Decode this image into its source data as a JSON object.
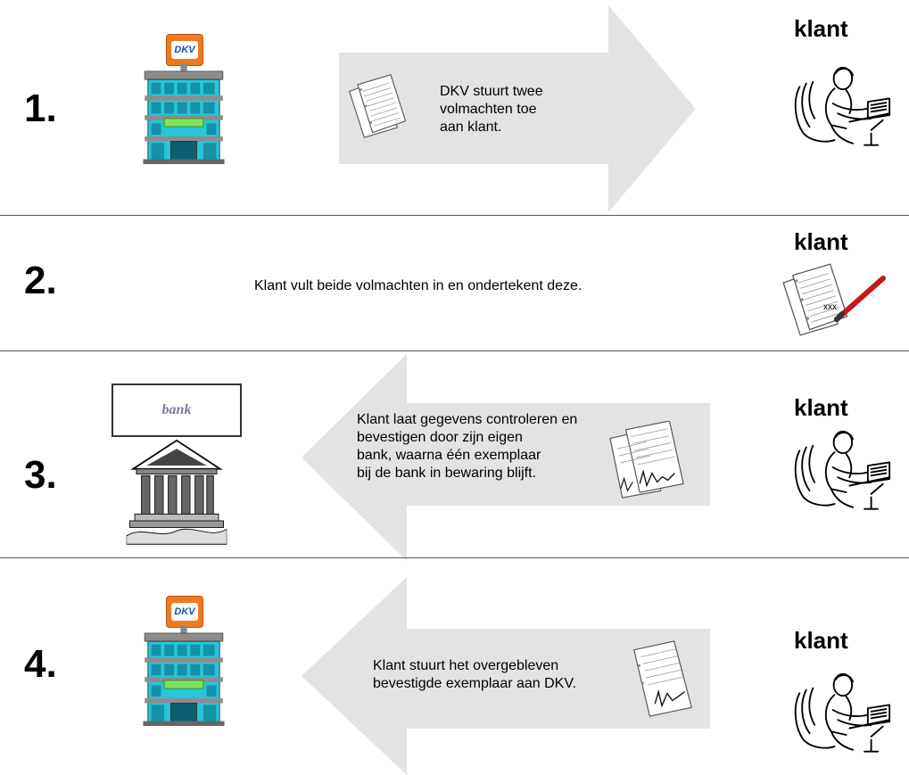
{
  "colors": {
    "arrow_fill": "#e3e3e3",
    "dkv_orange": "#f07a20",
    "dkv_blue": "#1d4f9e",
    "building_cyan": "#26c6da",
    "building_gray": "#8c8c8c",
    "building_green": "#7ee35a",
    "divider": "#555555"
  },
  "steps": [
    {
      "number": "1.",
      "left_icon": "dkv-building-icon",
      "dkv_logo": "DKV",
      "arrow": "right",
      "text_lines": [
        "DKV stuurt twee",
        "volmachten toe",
        "aan klant."
      ],
      "doc_icon": "documents-icon",
      "right_label": "klant",
      "right_icon": "person-at-desk-icon"
    },
    {
      "number": "2.",
      "text": "Klant vult beide volmachten in en ondertekent deze.",
      "right_label": "klant",
      "right_icon": "documents-with-pen-icon",
      "pen_mark": "xxx"
    },
    {
      "number": "3.",
      "left_icon": "bank-building-icon",
      "bank_sign": "bank",
      "arrow": "left",
      "text_lines": [
        "Klant laat gegevens controleren en",
        "bevestigen door zijn eigen",
        "bank, waarna één exemplaar",
        "bij de bank in bewaring blijft."
      ],
      "doc_icon": "signed-documents-icon",
      "right_label": "klant",
      "right_icon": "person-at-desk-icon"
    },
    {
      "number": "4.",
      "left_icon": "dkv-building-icon",
      "dkv_logo": "DKV",
      "arrow": "left",
      "text_lines": [
        "Klant stuurt het overgebleven",
        "bevestigde exemplaar aan DKV."
      ],
      "doc_icon": "signed-document-icon",
      "right_label": "klant",
      "right_icon": "person-at-desk-icon"
    }
  ]
}
